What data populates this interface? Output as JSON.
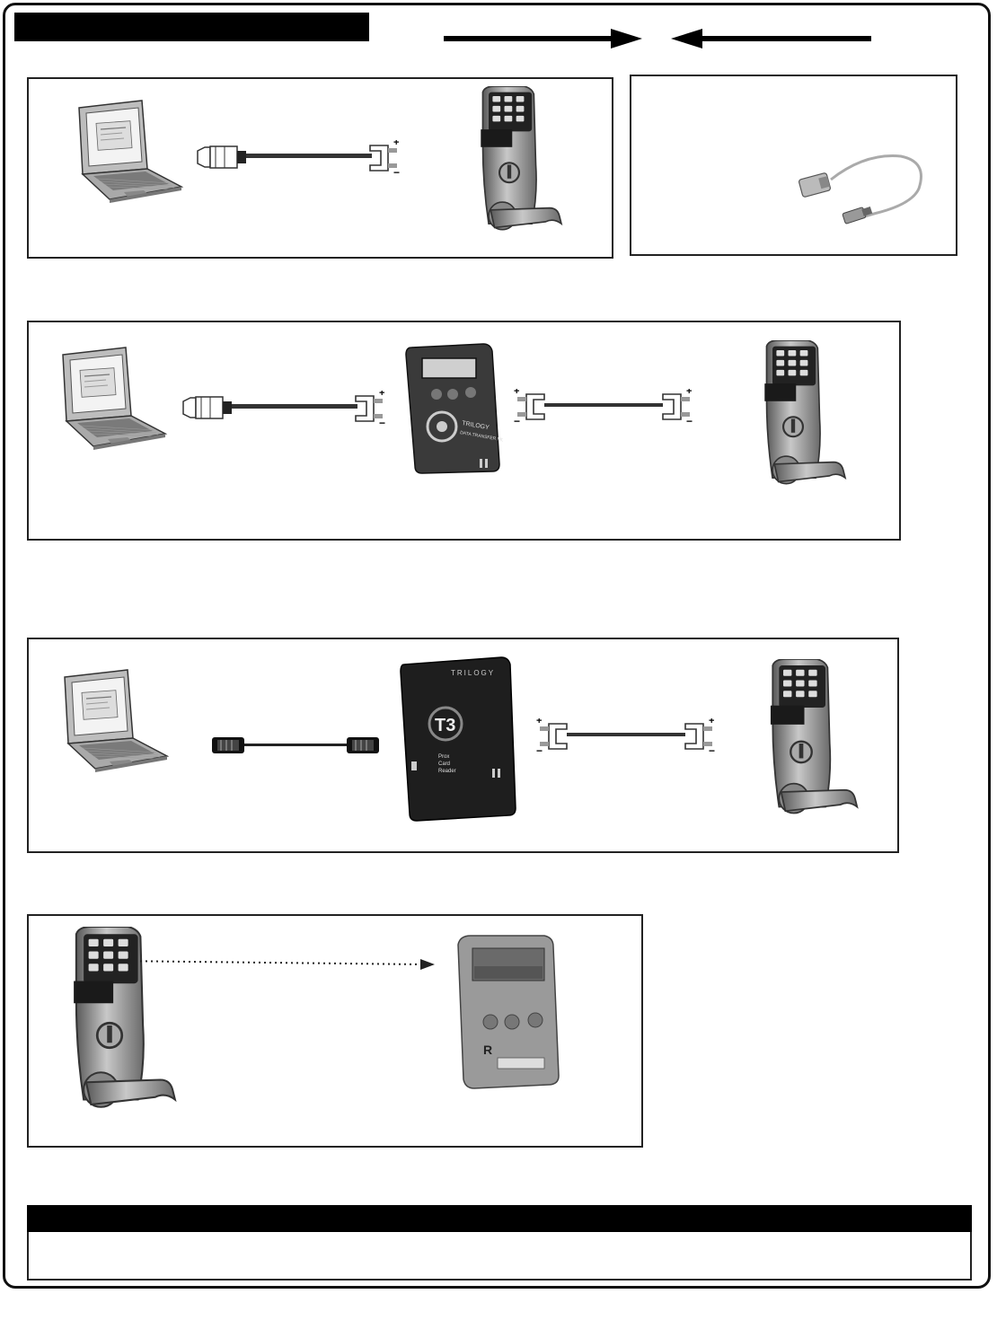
{
  "header": {
    "title": "",
    "arrow_right": "",
    "arrow_left": ""
  },
  "panels": [
    {
      "id": "direct-connection",
      "items": [
        "laptop",
        "serial-cable",
        "keypad-lock"
      ]
    },
    {
      "id": "usb-adapter",
      "items": [
        "usb-serial-adapter"
      ]
    },
    {
      "id": "data-transfer-module",
      "items": [
        "laptop",
        "serial-cable",
        "dtm-device",
        "two-wire-cable",
        "keypad-lock"
      ]
    },
    {
      "id": "prox-card-reader",
      "items": [
        "laptop",
        "db9-cable",
        "prox-reader",
        "two-wire-cable",
        "keypad-lock"
      ]
    },
    {
      "id": "printer-infrared",
      "items": [
        "keypad-lock",
        "infrared-link",
        "printer"
      ]
    }
  ],
  "dtm": {
    "brand": "TRILOGY",
    "label": "DATA TRANSFER MODULE"
  },
  "prox": {
    "brand": "TRILOGY",
    "logo": "T3",
    "label_line1": "Prox",
    "label_line2": "Card",
    "label_line3": "Reader"
  },
  "printer": {
    "logo": "R"
  },
  "footer": {
    "title": "",
    "text": ""
  },
  "colors": {
    "ink": "#111111",
    "metal": "#8a8a8a",
    "device_dark": "#2a2a2a",
    "printer_gray": "#9a9a9a"
  }
}
